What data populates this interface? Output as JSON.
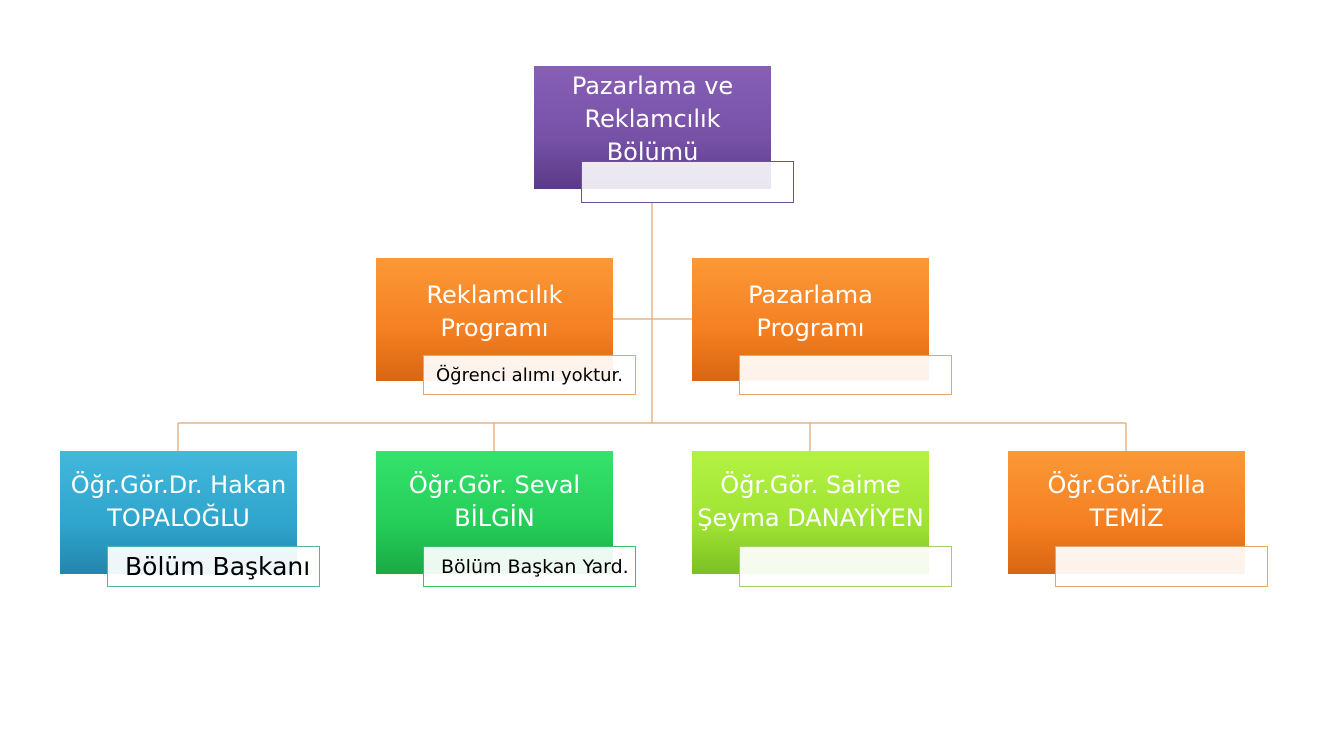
{
  "diagram": {
    "root": {
      "title": "Pazarlama ve\nReklamcılık\nBölümü",
      "note": ""
    },
    "programs": [
      {
        "title": "Reklamcılık\nProgramı",
        "note": "Öğrenci alımı yoktur."
      },
      {
        "title": "Pazarlama\nProgramı",
        "note": ""
      }
    ],
    "staff": [
      {
        "title": "Öğr.Gör.Dr. Hakan\nTOPALOĞLU",
        "note": "Bölüm Başkanı"
      },
      {
        "title": "Öğr.Gör. Seval\nBİLGİN",
        "note": "Bölüm Başkan Yard."
      },
      {
        "title": "Öğr.Gör. Saime\nŞeyma DANAYİYEN",
        "note": ""
      },
      {
        "title": "Öğr.Gör.Atilla\nTEMİZ",
        "note": ""
      }
    ],
    "colors": {
      "root": "#7651a6",
      "program": "#f47f21",
      "staff": [
        "#2fa4cc",
        "#24cd58",
        "#9ee333",
        "#f47f21"
      ],
      "connector": "#e3a36a"
    }
  }
}
